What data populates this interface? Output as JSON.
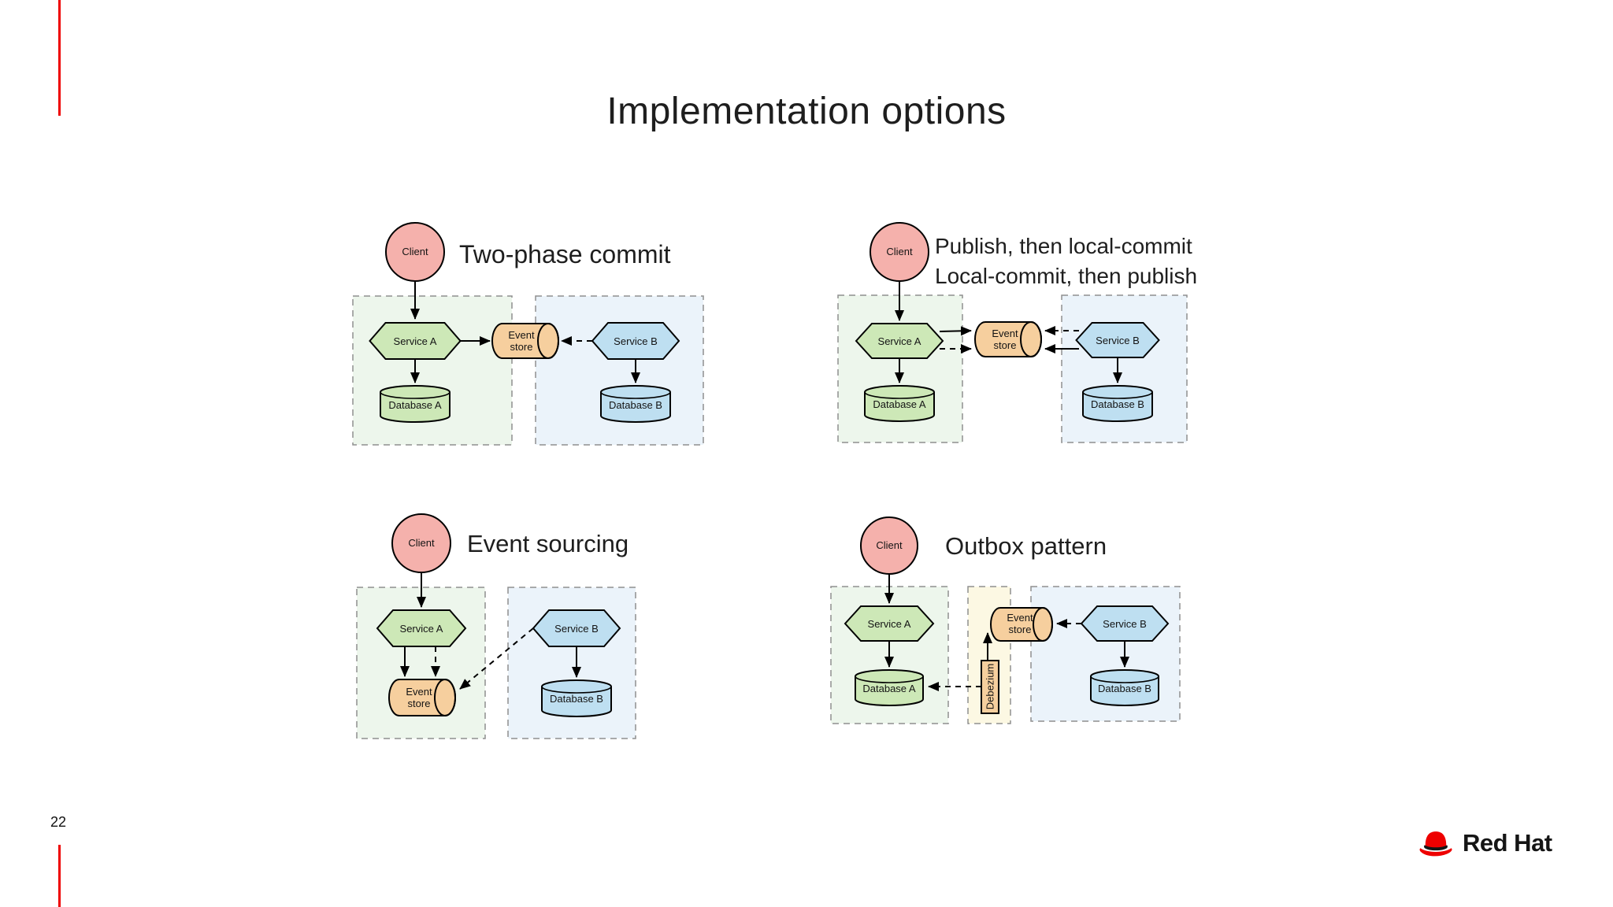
{
  "slide": {
    "title": "Implementation options",
    "page_number": "22",
    "brand": "Red Hat"
  },
  "palette": {
    "accent_red": "#ee0000",
    "pink": "#f5b1ac",
    "green": "#cde8b7",
    "blue": "#bedff1",
    "orange": "#f6cf9e",
    "box_green": "#edf6ec",
    "box_blue": "#ebf3fa",
    "box_yellow": "#fcf8e3",
    "box_stroke": "#8f8f8f",
    "line": "#000000",
    "text": "#141414",
    "title_text": "#1e1e1e"
  },
  "icons": {
    "brand": "red-hat-fedora-icon"
  },
  "labels": {
    "client": "Client",
    "service_a": "Service A",
    "service_b": "Service B",
    "database_a": "Database A",
    "database_b": "Database B",
    "event_store": [
      "Event",
      "store"
    ],
    "debezium": "Debezium"
  },
  "diagrams": [
    {
      "name": "two-phase-commit",
      "title": "Two-phase commit"
    },
    {
      "name": "publish-local-commit",
      "title_line1": "Publish, then local-commit",
      "title_line2": "Local-commit, then publish"
    },
    {
      "name": "event-sourcing",
      "title": "Event sourcing"
    },
    {
      "name": "outbox-pattern",
      "title": "Outbox pattern"
    }
  ]
}
